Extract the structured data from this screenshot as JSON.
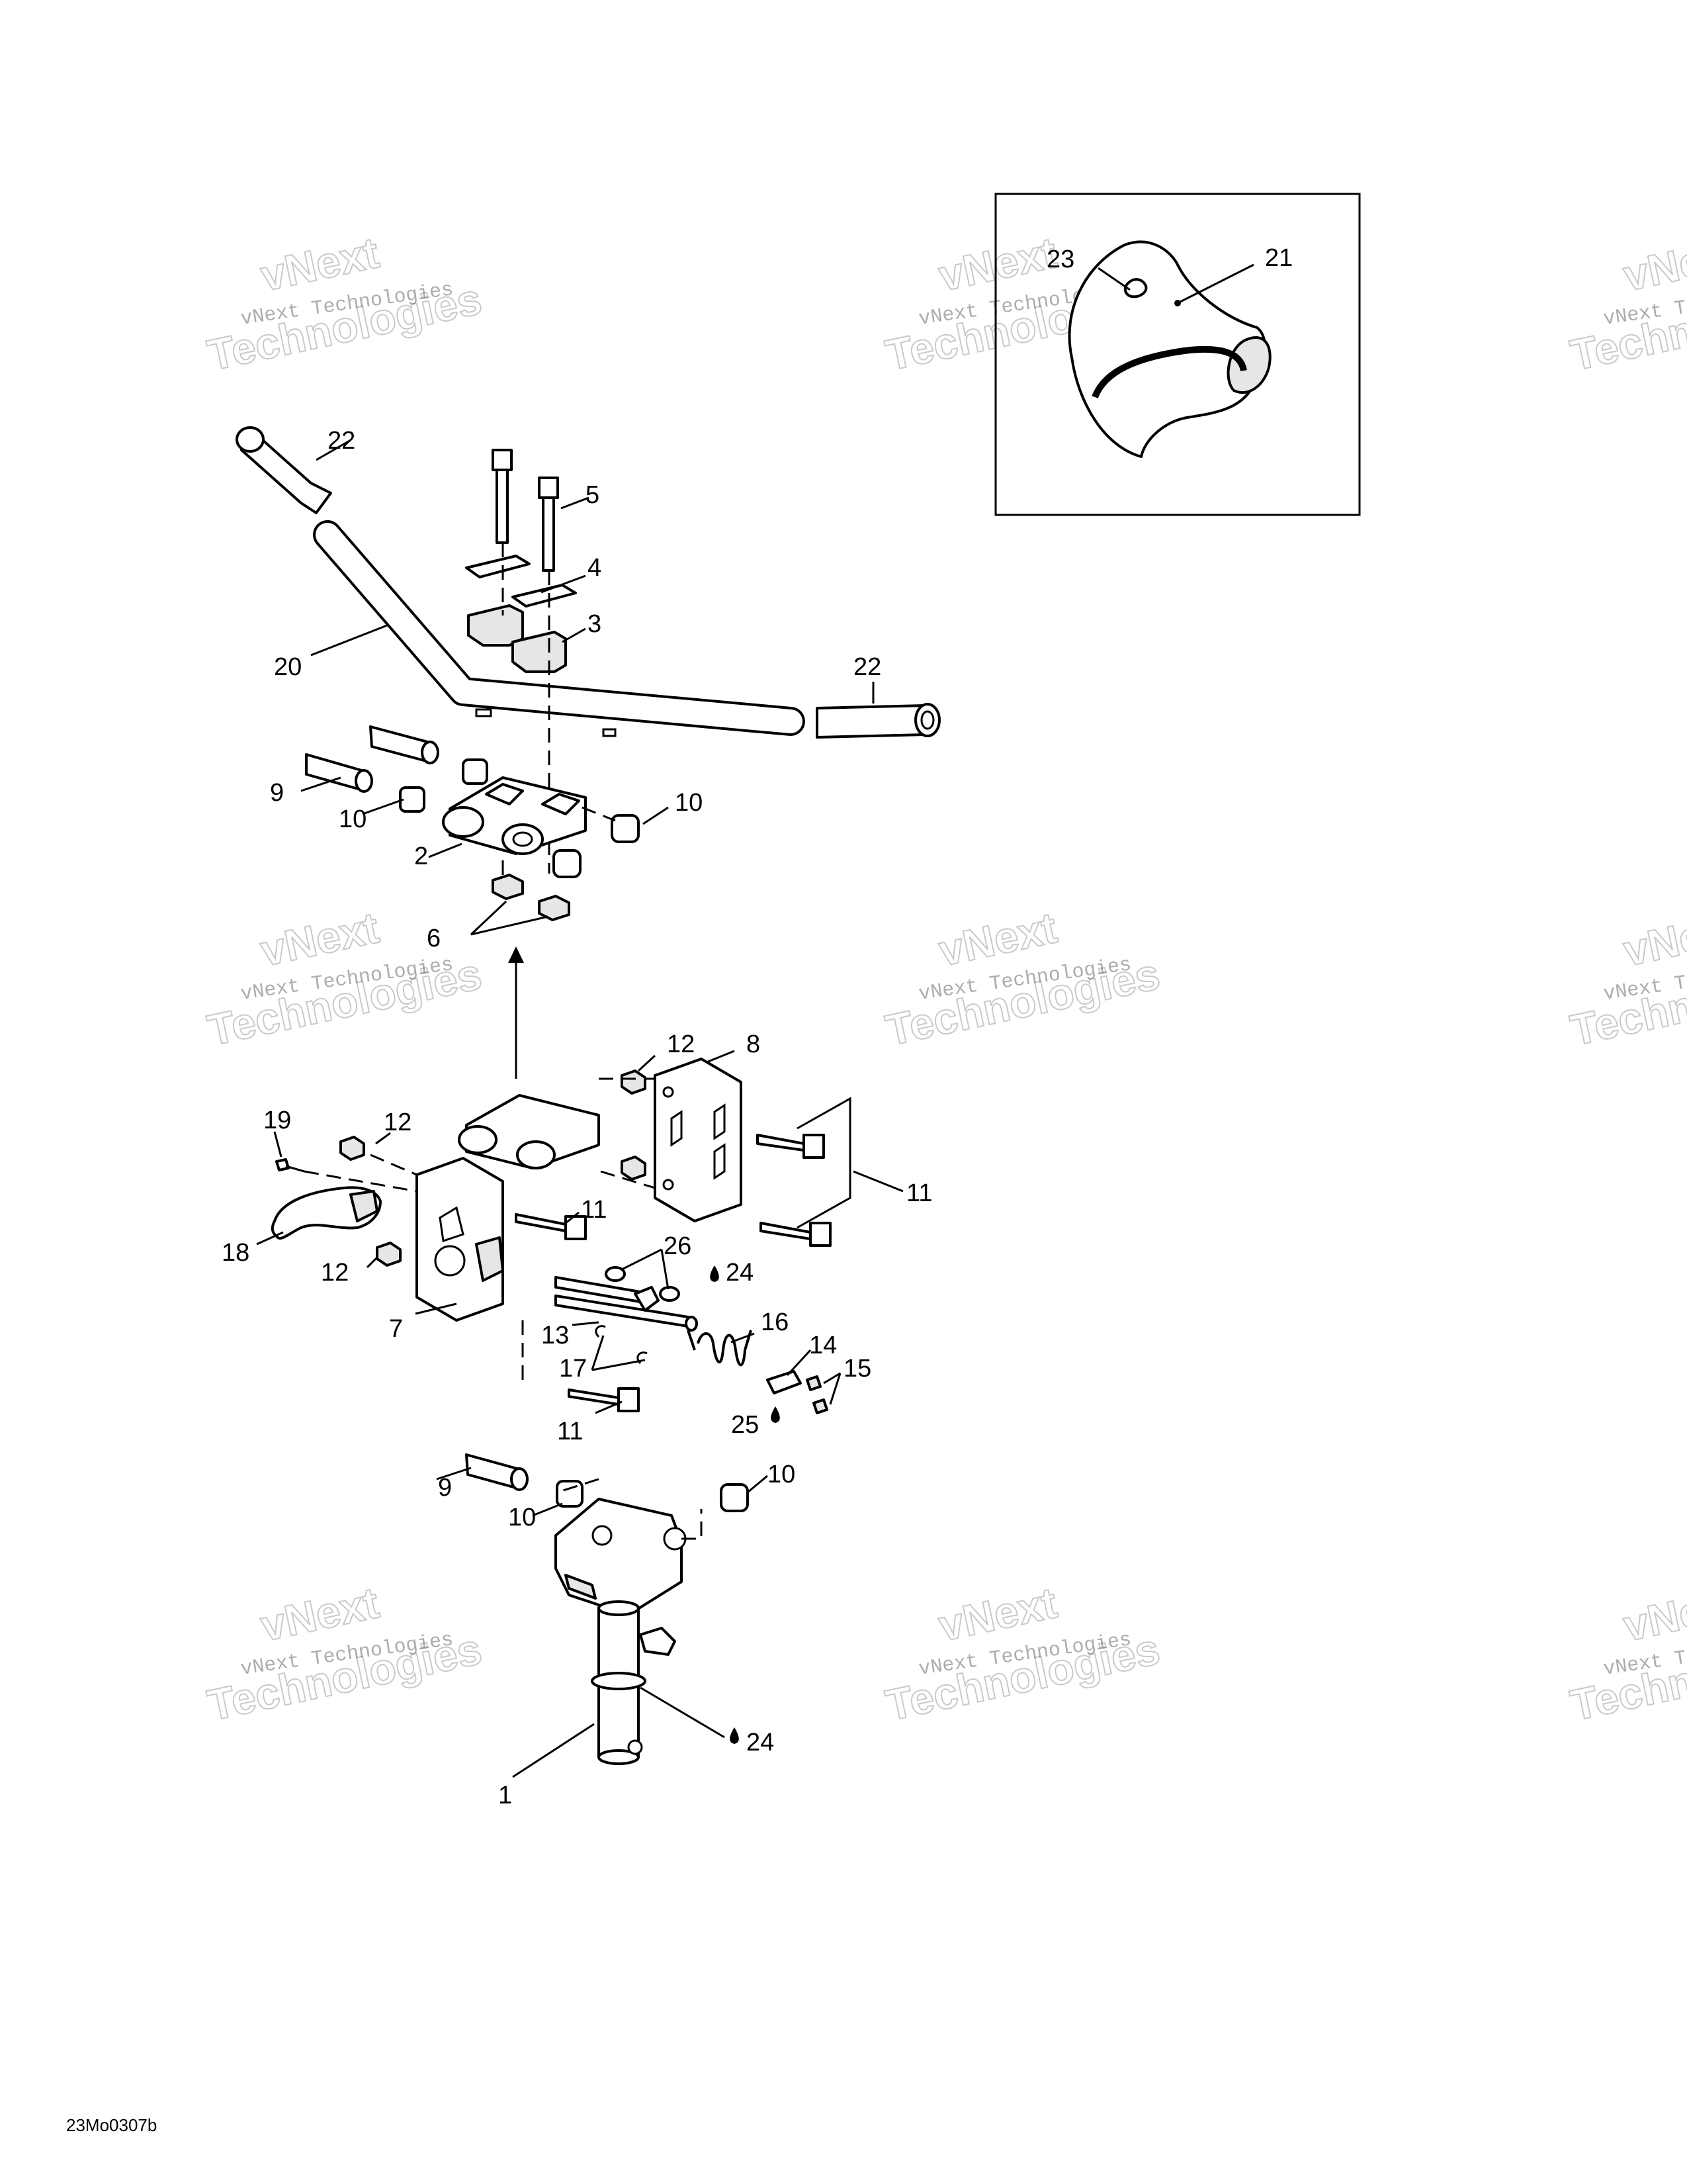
{
  "diagram": {
    "drawing_code": "23Mo0307b",
    "watermark": {
      "line1": "vNext Technologies",
      "line2": "vNext",
      "line3": "Technologies"
    },
    "callouts": {
      "c1": "1",
      "c2": "2",
      "c3": "3",
      "c4": "4",
      "c5": "5",
      "c6": "6",
      "c7": "7",
      "c8": "8",
      "c9a": "9",
      "c9b": "9",
      "c10a": "10",
      "c10b": "10",
      "c10c": "10",
      "c10d": "10",
      "c11a": "11",
      "c11b": "11",
      "c11c": "11",
      "c12a": "12",
      "c12b": "12",
      "c12c": "12",
      "c13": "13",
      "c14": "14",
      "c15": "15",
      "c16": "16",
      "c17": "17",
      "c18": "18",
      "c19": "19",
      "c20": "20",
      "c21": "21",
      "c22a": "22",
      "c22b": "22",
      "c23": "23",
      "c24a": "24",
      "c24b": "24",
      "c25": "25",
      "c26": "26"
    }
  }
}
